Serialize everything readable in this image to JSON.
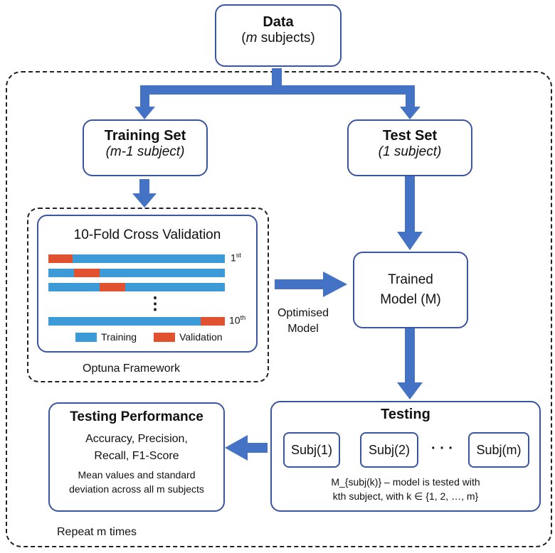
{
  "data_box": {
    "title": "Data",
    "subtitle_var": "m",
    "subtitle_rest": " subjects)"
  },
  "training_set": {
    "title": "Training Set",
    "subtitle": "(m-1 subject)"
  },
  "test_set": {
    "title": "Test Set",
    "subtitle": "(1 subject)"
  },
  "cv": {
    "title": "10-Fold Cross Validation",
    "fold_first": "1",
    "fold_first_sup": "st",
    "fold_last": "10",
    "fold_last_sup": "th",
    "dots": "⋮",
    "legend_training": "Training",
    "legend_validation": "Validation",
    "colors": {
      "training": "#3c9ad6",
      "validation": "#e0512f"
    }
  },
  "optuna_label": "Optuna Framework",
  "optimised_label_1": "Optimised",
  "optimised_label_2": "Model",
  "trained_model": {
    "line1": "Trained",
    "line2": "Model (M)"
  },
  "testing": {
    "title": "Testing",
    "subjects": [
      "Subj(1)",
      "Subj(2)",
      "Subj(m)"
    ],
    "ellipsis": "· · ·",
    "note_line1": "M_{subj(k)} – model is tested with",
    "note_line2": "kth subject, with k ∈ {1, 2, …, m}"
  },
  "performance": {
    "title": "Testing Performance",
    "line1": "Accuracy, Precision,",
    "line2": "Recall, F1-Score",
    "line3": "Mean values and standard",
    "line4": "deviation across all m subjects"
  },
  "repeat_label": "Repeat m times",
  "colors": {
    "arrow": "#4472c4",
    "border": "#3a56a0"
  }
}
